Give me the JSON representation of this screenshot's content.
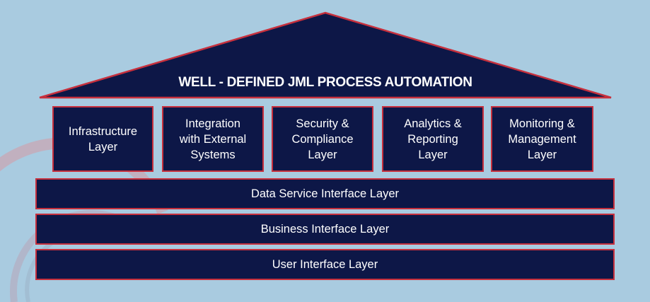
{
  "header": {
    "title": "WELL - DEFINED JML PROCESS AUTOMATION"
  },
  "pillars": [
    {
      "label": "Infrastructure\nLayer"
    },
    {
      "label": "Integration\nwith External\nSystems"
    },
    {
      "label": "Security &\nCompliance\nLayer"
    },
    {
      "label": "Analytics &\nReporting\nLayer"
    },
    {
      "label": "Monitoring &\nManagement\nLayer"
    }
  ],
  "layers": [
    {
      "label": "Data Service Interface Layer"
    },
    {
      "label": "Business Interface Layer"
    },
    {
      "label": "User Interface Layer"
    }
  ],
  "colors": {
    "background": "#a9cbe0",
    "block_fill": "#0d1747",
    "border": "#c7303d",
    "text": "#ffffff"
  }
}
